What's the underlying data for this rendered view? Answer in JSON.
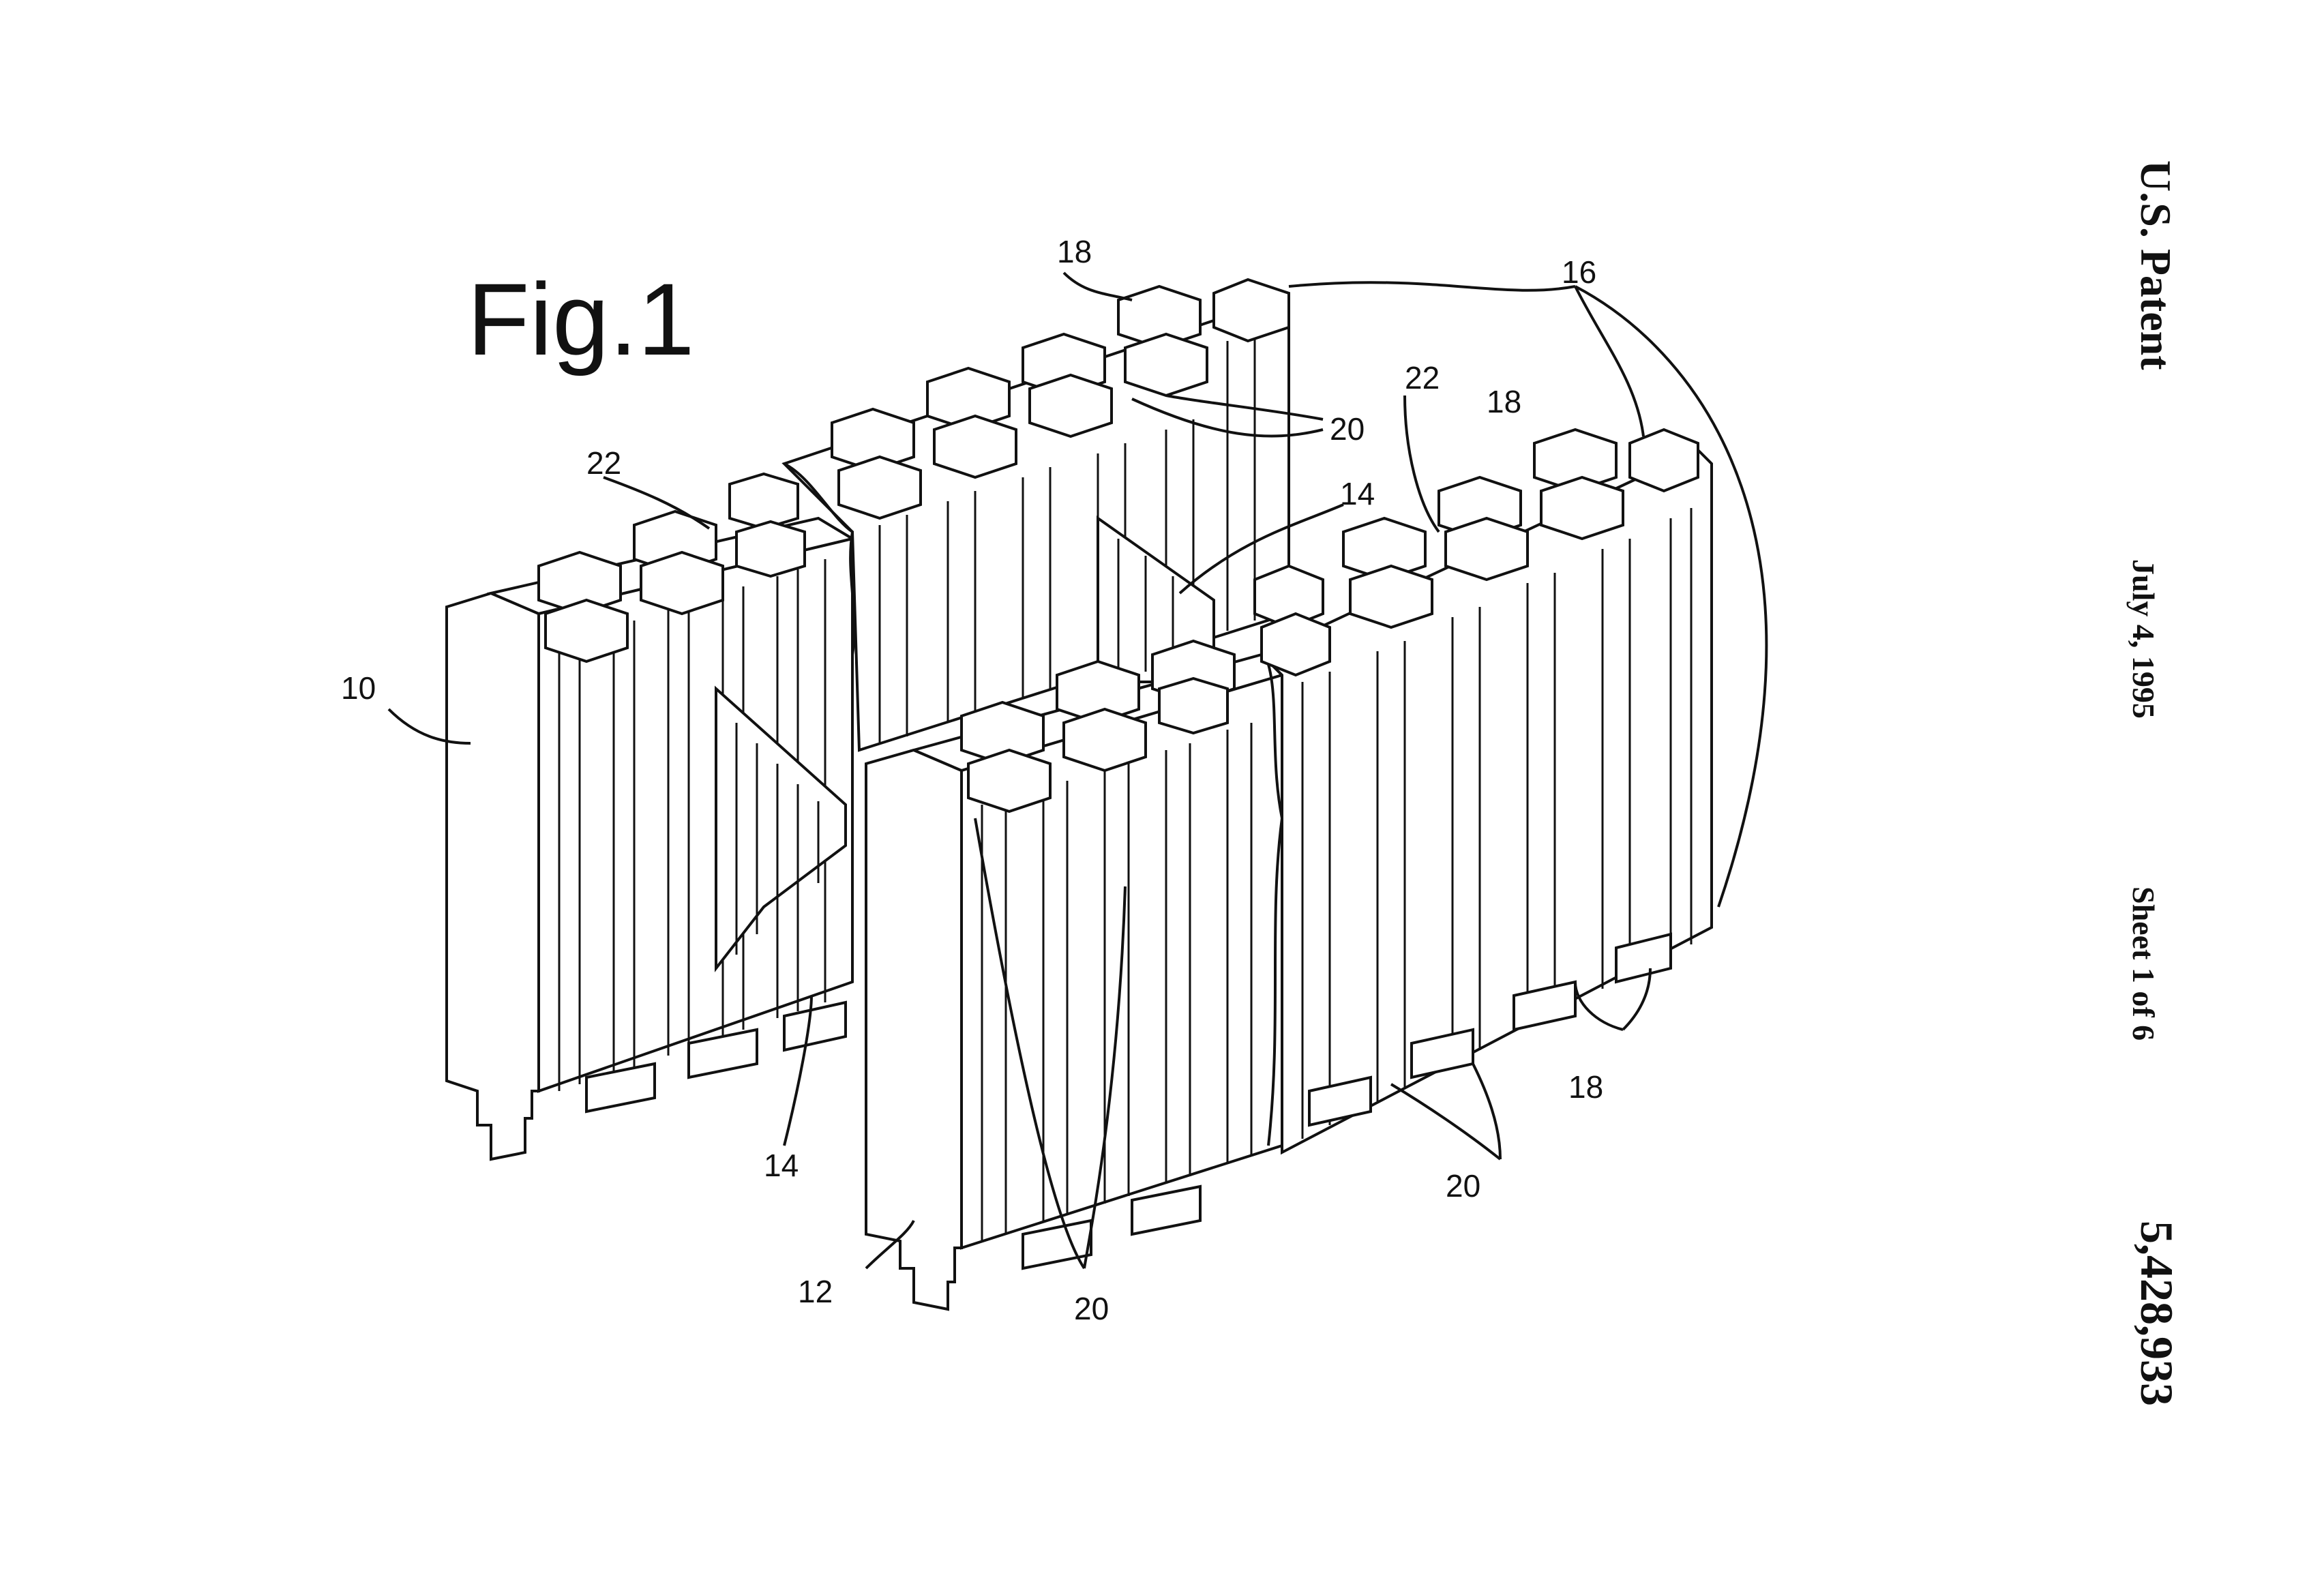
{
  "header": {
    "publisher": "U.S. Patent",
    "date": "July 4, 1995",
    "sheet": "Sheet 1 of 6",
    "patent_number": "5,428,933"
  },
  "figure": {
    "title": "Fig.1",
    "labels": {
      "block_left": "10",
      "block_front": "12",
      "web_left": "14",
      "web_right": "14",
      "block_set": "16",
      "lug_top": "18",
      "lug_right_top": "18",
      "lug_bottom": "18",
      "slot_top": "20",
      "slot_bottom_right": "20",
      "slot_front": "20",
      "groove_left": "22",
      "groove_right": "22"
    }
  }
}
